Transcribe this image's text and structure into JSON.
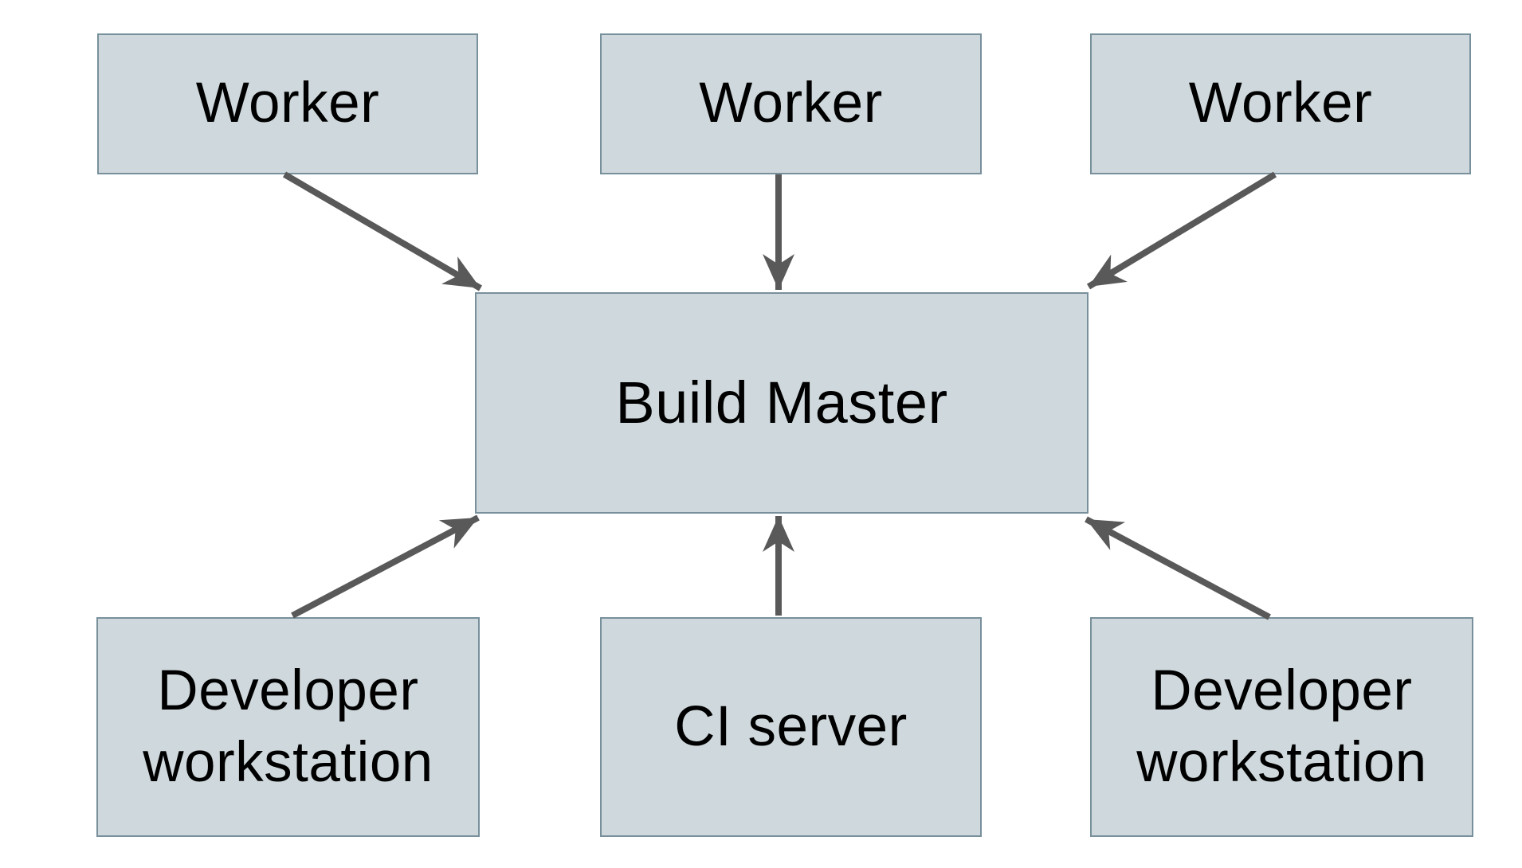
{
  "diagram": {
    "colors": {
      "background": "#ffffff",
      "node_fill": "#cfd8dc",
      "node_border": "#78909c",
      "arrow": "#595959",
      "text": "#000000"
    },
    "nodes": [
      {
        "id": "worker-1",
        "label": "Worker"
      },
      {
        "id": "worker-2",
        "label": "Worker"
      },
      {
        "id": "worker-3",
        "label": "Worker"
      },
      {
        "id": "build-master",
        "label": "Build Master"
      },
      {
        "id": "developer-workstation-1",
        "label": "Developer\nworkstation"
      },
      {
        "id": "ci-server",
        "label": "CI server"
      },
      {
        "id": "developer-workstation-2",
        "label": "Developer\nworkstation"
      }
    ],
    "edges": [
      {
        "from": "worker-1",
        "to": "build-master",
        "direction": "down-right"
      },
      {
        "from": "worker-2",
        "to": "build-master",
        "direction": "down"
      },
      {
        "from": "worker-3",
        "to": "build-master",
        "direction": "down-left"
      },
      {
        "from": "developer-workstation-1",
        "to": "build-master",
        "direction": "up-right"
      },
      {
        "from": "ci-server",
        "to": "build-master",
        "direction": "up"
      },
      {
        "from": "developer-workstation-2",
        "to": "build-master",
        "direction": "up-left"
      }
    ]
  }
}
